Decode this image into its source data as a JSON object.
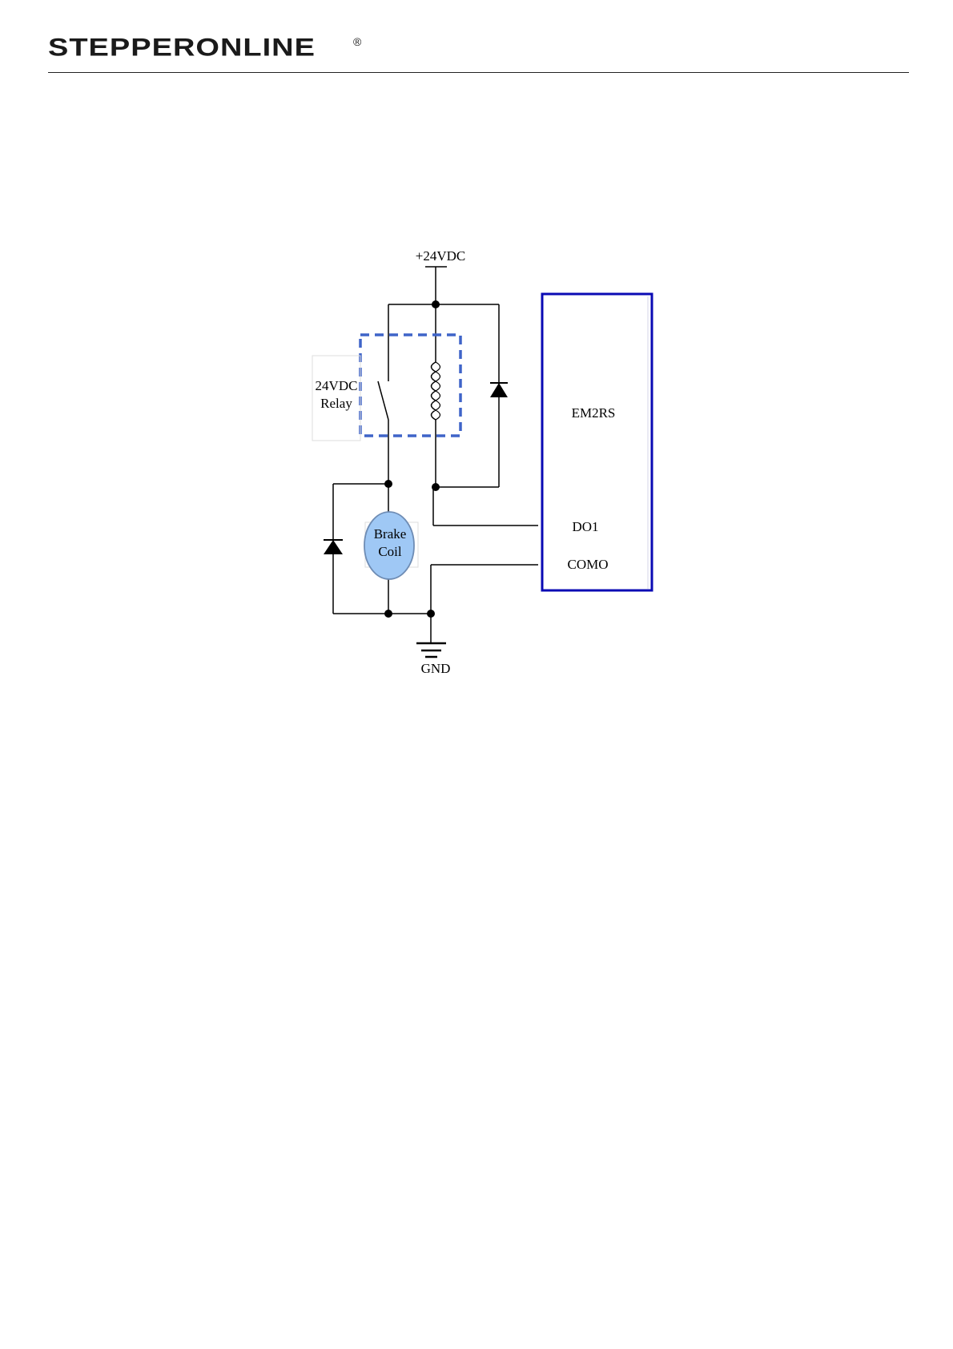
{
  "header": {
    "logo_text": "STEPPERONLINE",
    "logo_mark": "®"
  },
  "diagram": {
    "supply_label": "+24VDC",
    "ground_label": "GND",
    "relay_label_line1": "24VDC",
    "relay_label_line2": "Relay",
    "brake_label_line1": "Brake",
    "brake_label_line2": "Coil",
    "driver_label": "EM2RS",
    "do1_label": "DO1",
    "como_label": "COMO",
    "colors": {
      "wire": "#000000",
      "driver_box": "#0a0ab4",
      "relay_dash": "#3f64c8",
      "brake_fill": "#9fc8f5",
      "brake_stroke": "#6e8cb4"
    }
  }
}
